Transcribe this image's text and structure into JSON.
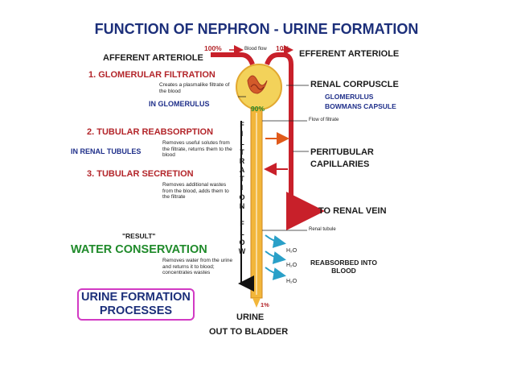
{
  "title": "FUNCTION OF NEPHRON - URINE FORMATION",
  "labels": {
    "afferent": "AFFERENT ARTERIOLE",
    "efferent": "EFFERENT ARTERIOLE",
    "blood_flow": "Blood flow",
    "pct_100": "100%",
    "pct_10": "10%",
    "pct_90": "90%",
    "pct_1": "1%",
    "renal_corpuscle": "RENAL CORPUSCLE",
    "glomerulus": "GLOMERULUS",
    "bowmans": "BOWMANS CAPSULE",
    "flow_of_filtrate": "Flow of filtrate",
    "peritubular_1": "PERITUBULAR",
    "peritubular_2": "CAPILLARIES",
    "renal_vein": "TO RENAL VEIN",
    "renal_tubule": "Renal tubule",
    "reabsorbed": "REABSORBED INTO\nBLOOD",
    "h2o": "H₂O",
    "urine": "URINE",
    "out_to_bladder": "OUT TO BLADDER",
    "filtration_flow": "FILTRATION FLOW"
  },
  "processes": {
    "p1_title": "1. GLOMERULAR FILTRATION",
    "p1_desc": "Creates a plasmalike filtrate of the blood",
    "p1_where": "IN GLOMERULUS",
    "p2_title": "2. TUBULAR REABSORPTION",
    "p2_desc": "Removes useful solutes from the filtrate, returns them to the blood",
    "p2_where": "IN RENAL TUBULES",
    "p3_title": "3. TUBULAR SECRETION",
    "p3_desc": "Removes additional wastes from the blood, adds them to the filtrate",
    "result": "\"RESULT\"",
    "water": "WATER CONSERVATION",
    "water_desc": "Removes water from the urine and returns it to blood; concentrates wastes"
  },
  "box_label": "URINE FORMATION\nPROCESSES",
  "colors": {
    "title": "#1c2f7a",
    "artery": "#c8202a",
    "tubule": "#f2b63a",
    "glomerulus": "#f3d25a",
    "water_arrow": "#2aa0c8",
    "box": "#d23ac4"
  }
}
